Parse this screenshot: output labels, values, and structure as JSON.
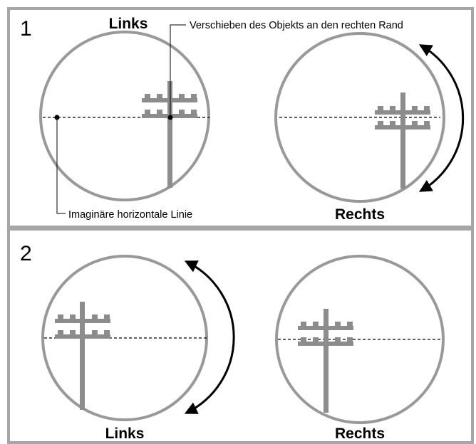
{
  "panel1": {
    "number": "1",
    "left_label": "Links",
    "right_label": "Rechts",
    "callout_top": "Verschieben des Objekts an den rechten Rand",
    "callout_bottom": "Imaginäre horizontale Linie"
  },
  "panel2": {
    "number": "2",
    "left_label": "Links",
    "right_label": "Rechts"
  },
  "colors": {
    "border": "#a6a6a6",
    "circle": "#999999",
    "pole": "#8c8c8c",
    "line": "#000000"
  }
}
